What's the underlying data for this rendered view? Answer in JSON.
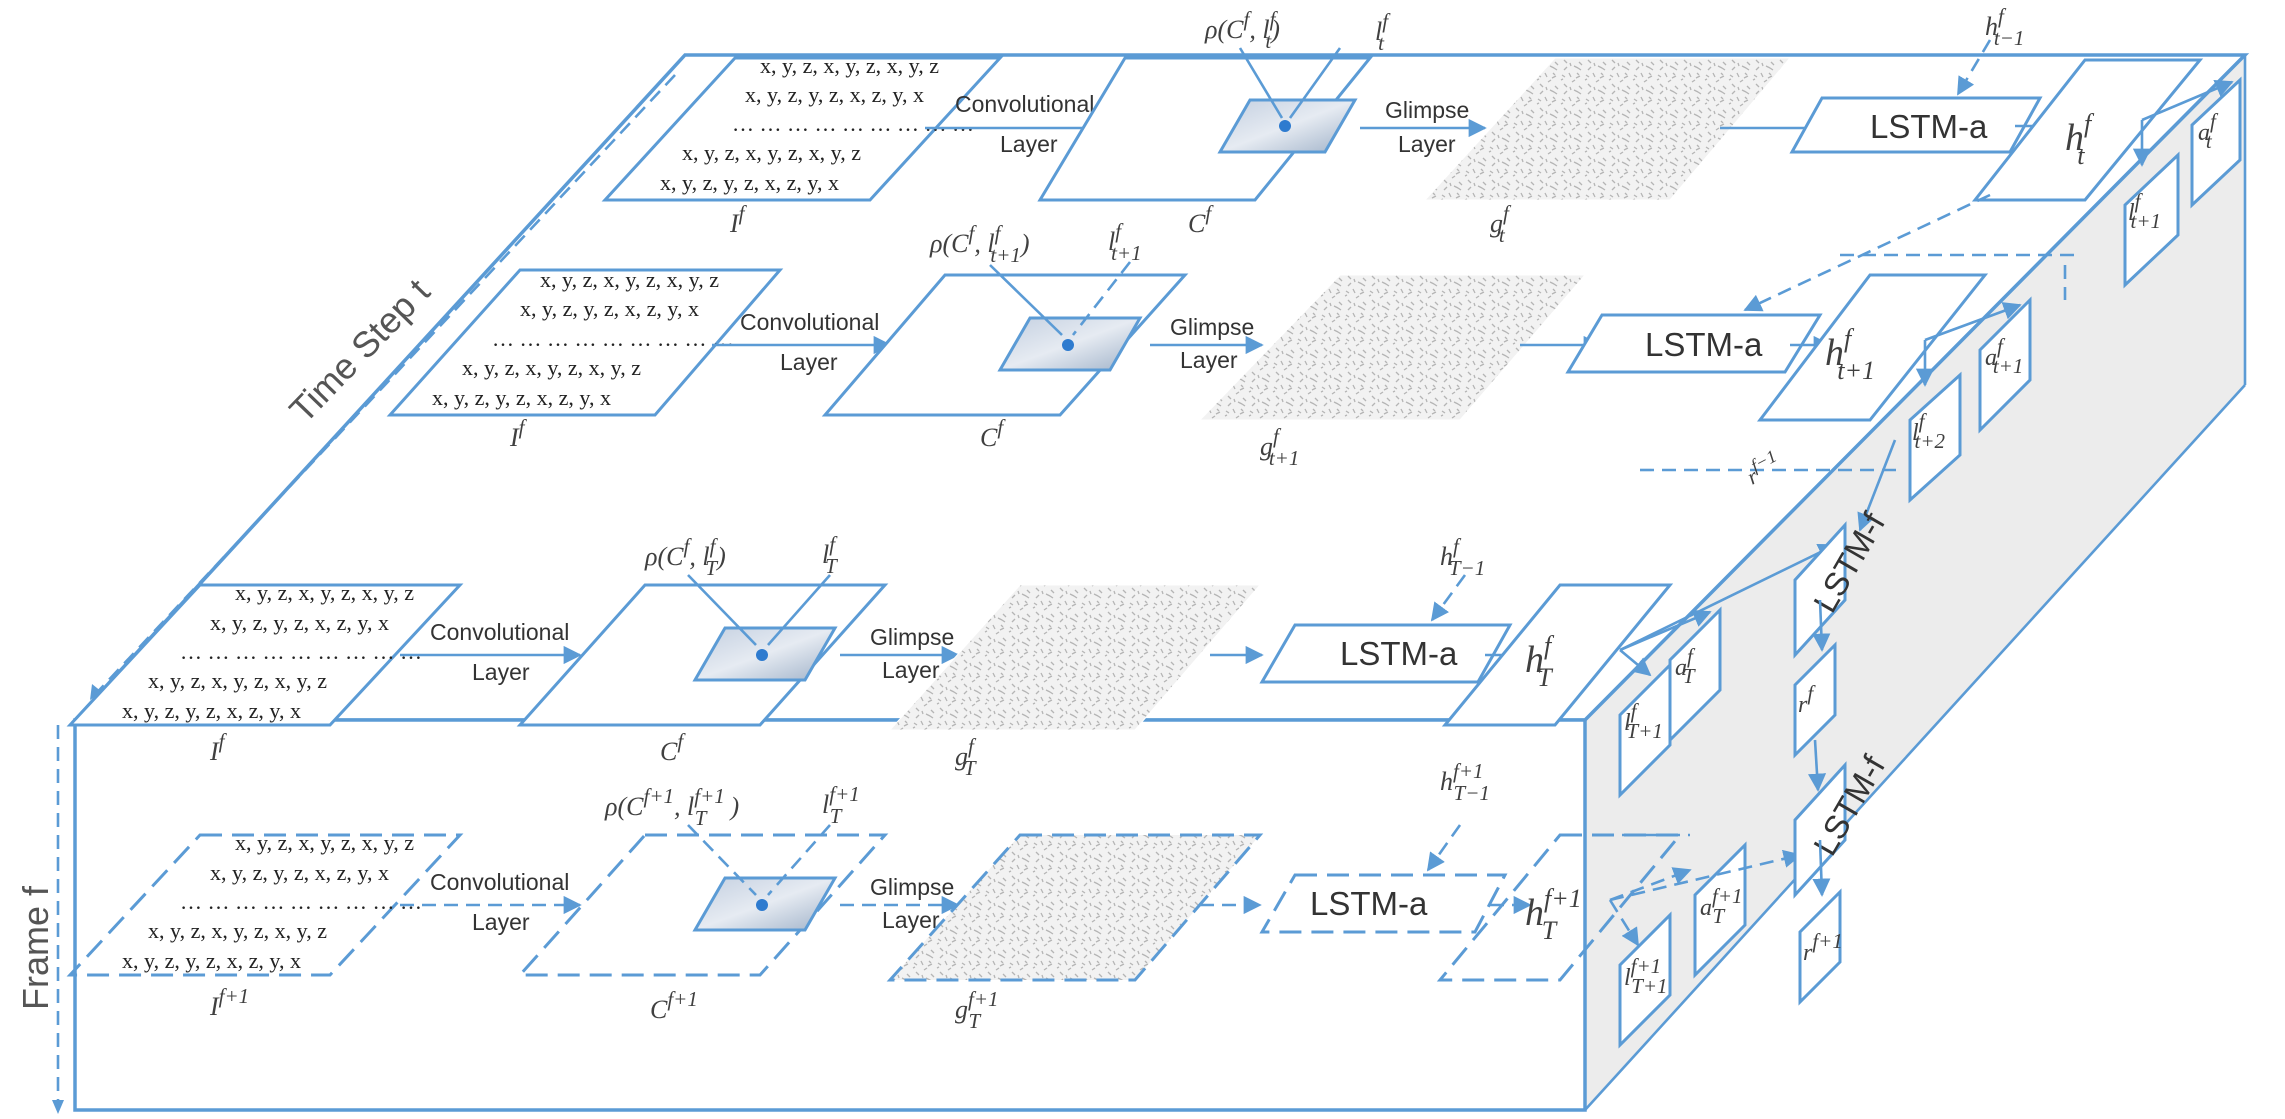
{
  "axes": {
    "time_step": "Time Step t",
    "frame": "Frame f"
  },
  "data_rows": [
    "x, y, z, x, y, z, x, y, z",
    "x, y, z, y, z, x, z, y, x",
    "… … … … … … … … …",
    "x, y, z, x, y, z, x, y, z",
    "x, y, z, y, z, x, z, y, x"
  ],
  "labels": {
    "conv": "Convolutional",
    "layer": "Layer",
    "glimpse": "Glimpse",
    "lstm_a": "LSTM-a",
    "lstm_f": "LSTM-f"
  },
  "math": {
    "I": "I",
    "C": "C",
    "g": "g",
    "h": "h",
    "l": "l",
    "a": "a",
    "r": "r",
    "rho": "ρ(",
    "f": "f",
    "f1": "f+1",
    "t": "t",
    "t1": "t+1",
    "t2": "t+2",
    "tm1": "t−1",
    "T": "T",
    "T1": "T+1",
    "Tm1": "T−1",
    "fm1": "f−1"
  },
  "colors": {
    "accent": "#5b9bd5",
    "side_face": "#ececec",
    "text": "#404040"
  }
}
